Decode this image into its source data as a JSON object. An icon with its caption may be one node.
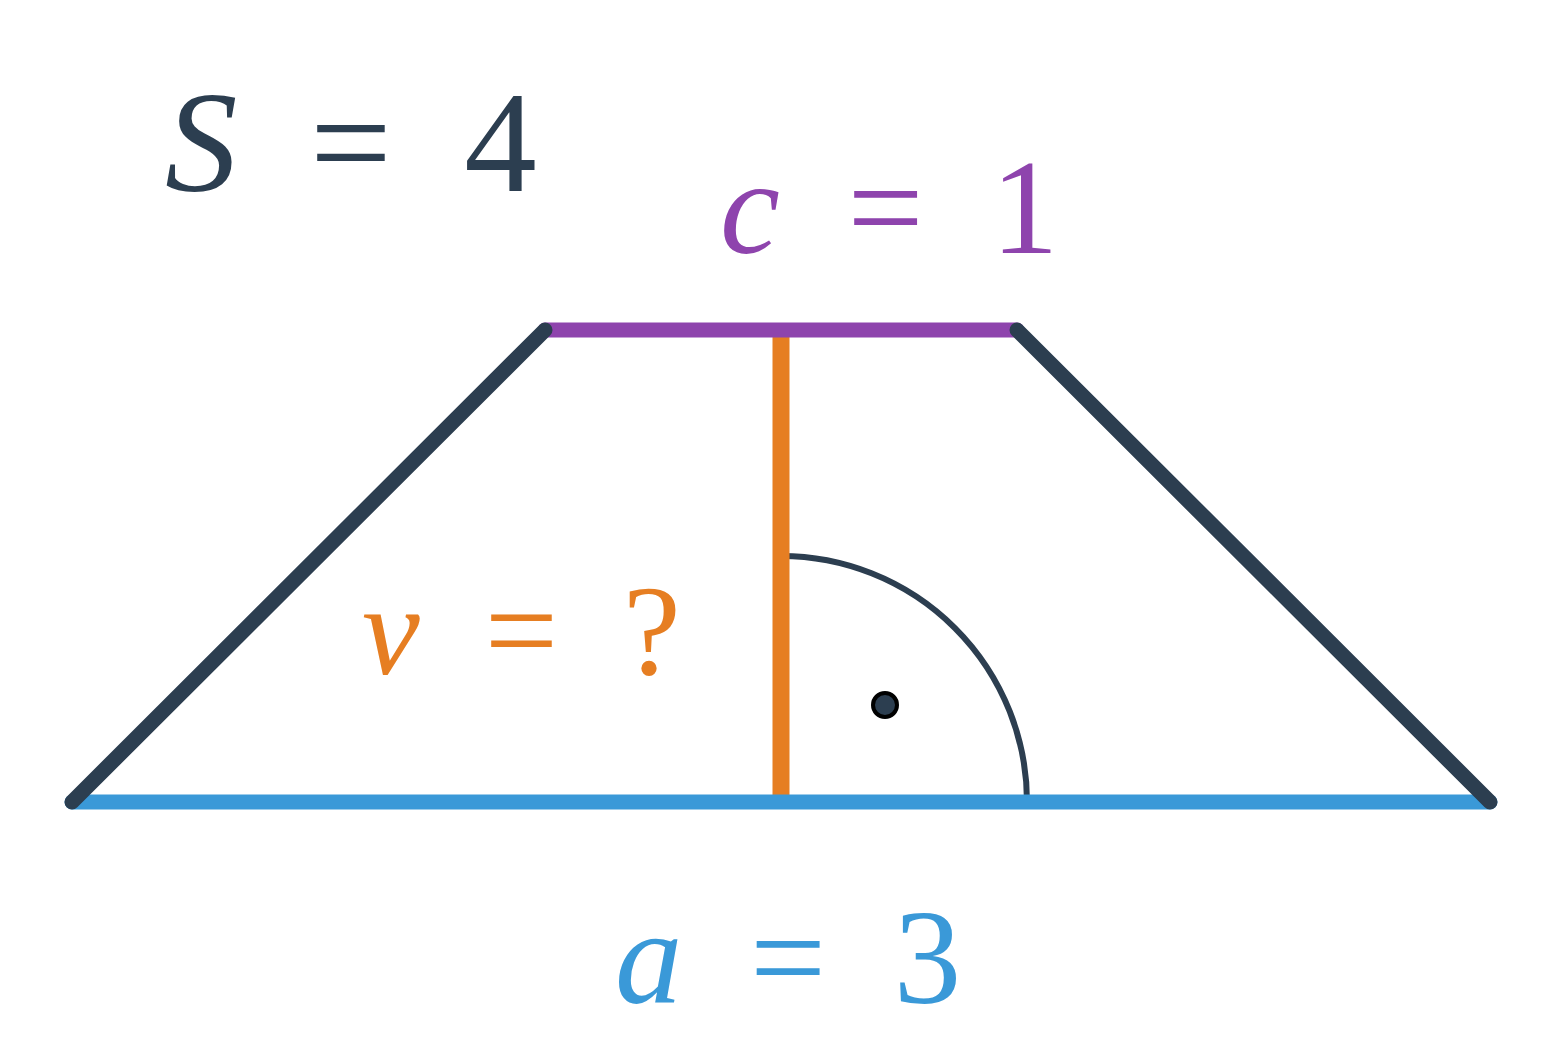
{
  "diagram": {
    "labels": [
      "*S* = 4",
      "*c* = 1",
      "*v* = ?",
      "*a* = 3"
    ]
  }
}
